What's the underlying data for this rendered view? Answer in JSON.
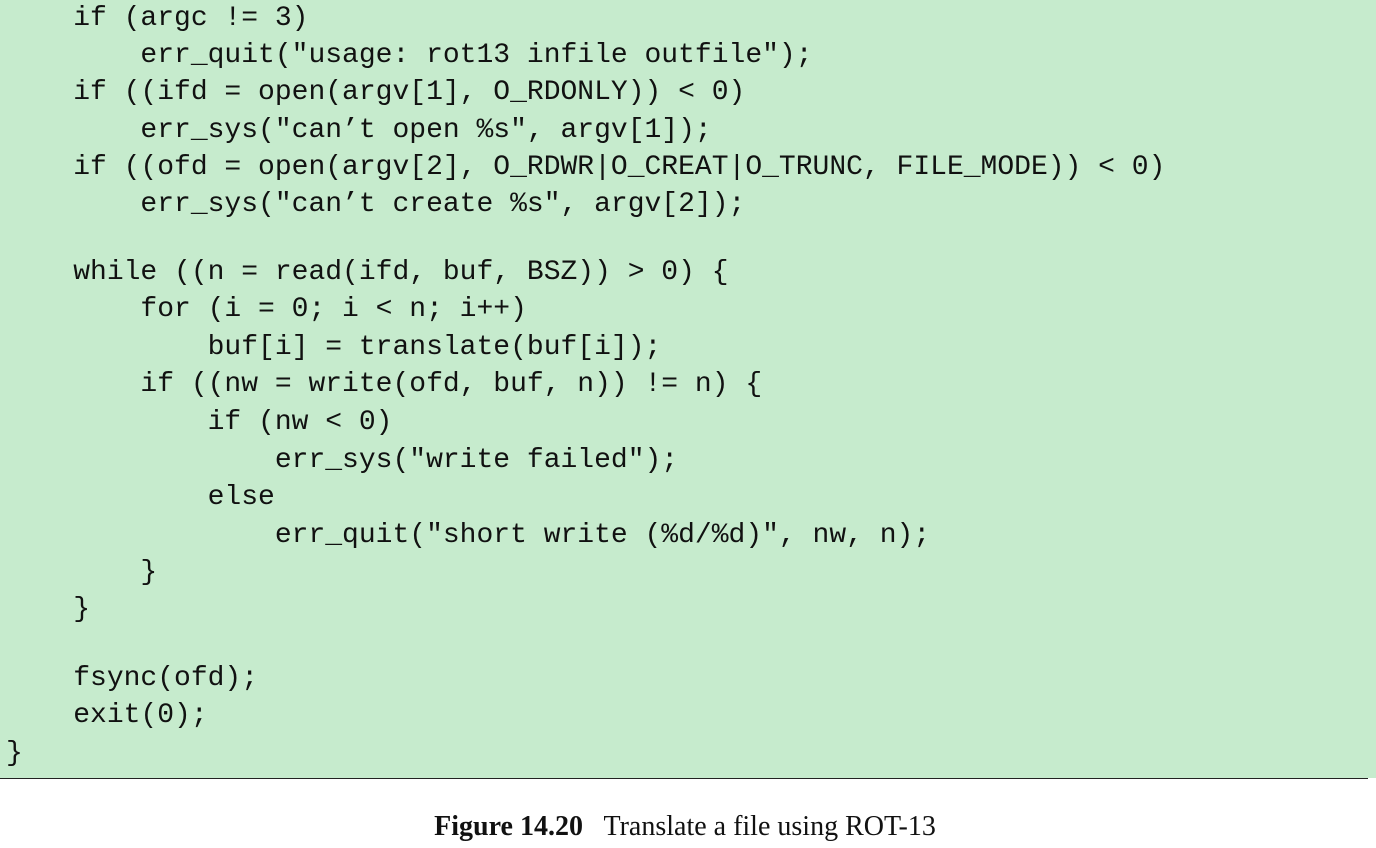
{
  "code": {
    "lines": [
      "    if (argc != 3)",
      "        err_quit(\"usage: rot13 infile outfile\");",
      "    if ((ifd = open(argv[1], O_RDONLY)) < 0)",
      "        err_sys(\"can’t open %s\", argv[1]);",
      "    if ((ofd = open(argv[2], O_RDWR|O_CREAT|O_TRUNC, FILE_MODE)) < 0)",
      "        err_sys(\"can’t create %s\", argv[2]);",
      "",
      "    while ((n = read(ifd, buf, BSZ)) > 0) {",
      "        for (i = 0; i < n; i++)",
      "            buf[i] = translate(buf[i]);",
      "        if ((nw = write(ofd, buf, n)) != n) {",
      "            if (nw < 0)",
      "                err_sys(\"write failed\");",
      "            else",
      "                err_quit(\"short write (%d/%d)\", nw, n);",
      "        }",
      "    }",
      "",
      "    fsync(ofd);",
      "    exit(0);",
      "}"
    ]
  },
  "caption": {
    "label": "Figure 14.20",
    "text": "Translate a file using ROT-13"
  },
  "colors": {
    "code_background": "#c6ebcd",
    "text": "#111111"
  }
}
